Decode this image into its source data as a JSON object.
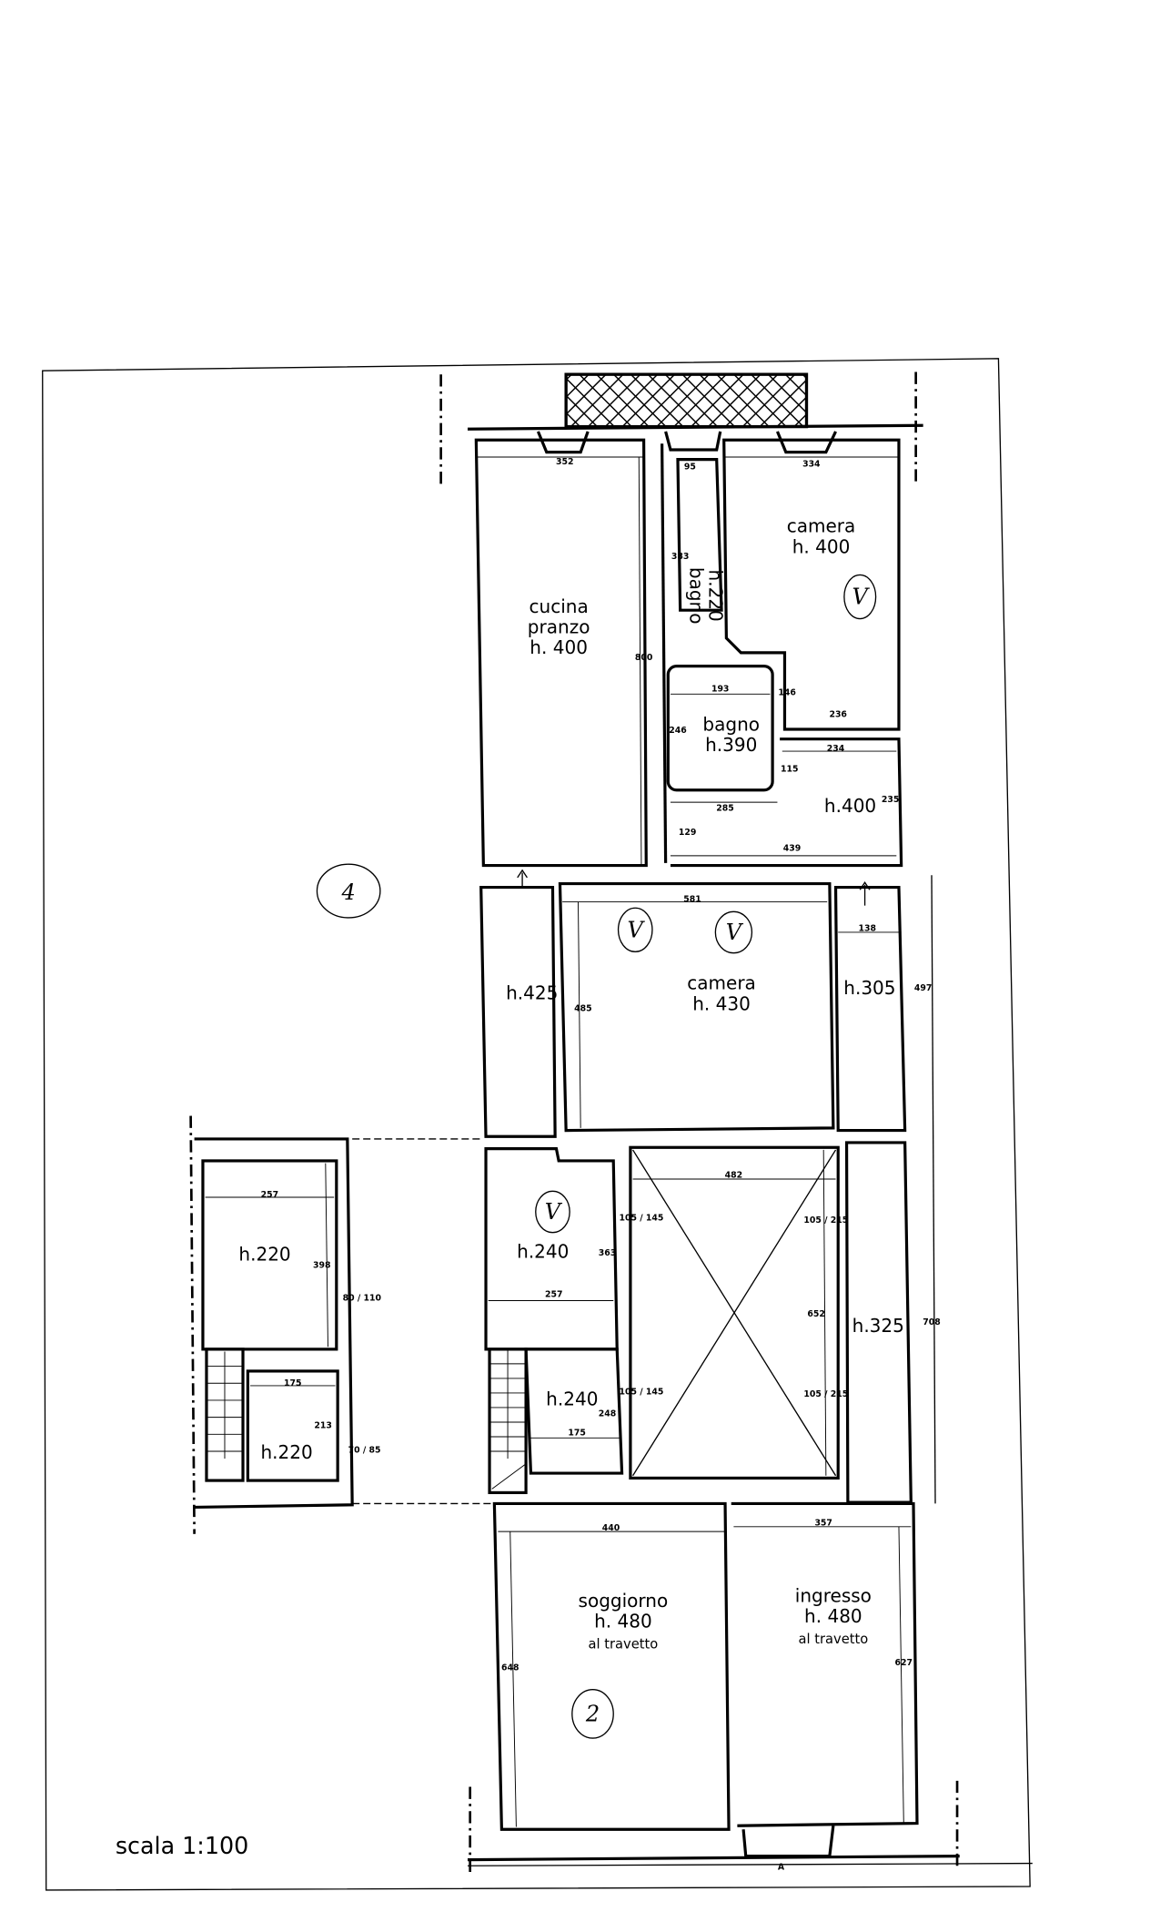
{
  "title": "scala 1:100",
  "rooms": {
    "cucina": {
      "name1": "cucina",
      "name2": "pranzo",
      "height": "h.  400"
    },
    "bagno_small": {
      "name": "bagno",
      "height": "h.220"
    },
    "camera_top": {
      "name": "camera",
      "height": "h.  400"
    },
    "bagno": {
      "name": "bagno",
      "height": "h.390"
    },
    "room_400": {
      "height": "h.400"
    },
    "room_425": {
      "height": "h.425"
    },
    "camera_mid": {
      "name": "camera",
      "height": "h.  430"
    },
    "room_305": {
      "height": "h.305"
    },
    "room_240_upper": {
      "height": "h.240"
    },
    "room_240_lower": {
      "height": "h.240"
    },
    "room_325": {
      "height": "h.325"
    },
    "annex_upper": {
      "height": "h.220"
    },
    "annex_lower": {
      "height": "h.220"
    },
    "soggiorno": {
      "name": "soggiorno",
      "height": "h.  480",
      "note": "al travetto"
    },
    "ingresso": {
      "name": "ingresso",
      "height": "h.  480",
      "note": "al travetto"
    }
  },
  "dimensions": {
    "cucina_w": "352",
    "cucina_l": "800",
    "bagno_small_w": "95",
    "bagno_small_l": "383",
    "camera_top_w": "334",
    "bagno_w": "193",
    "bagno_l": "246",
    "d146": "146",
    "d236": "236",
    "d234": "234",
    "d115": "115",
    "d285": "285",
    "d235": "235",
    "d129": "129",
    "d439": "439",
    "camera_mid_w": "581",
    "camera_mid_l": "485",
    "d138": "138",
    "d497": "497",
    "d708": "708",
    "void_w": "482",
    "void_l": "652",
    "d363": "363",
    "d257": "257",
    "d248": "248",
    "d175": "175",
    "win_left_1": "105 / 145",
    "win_left_2": "105 / 145",
    "win_right_1": "105 / 215",
    "win_right_2": "105 / 215",
    "annex_w": "257",
    "annex_l": "398",
    "annex_w2": "175",
    "annex_l2": "213",
    "annex_win1": "80 / 110",
    "annex_win2": "70 / 85",
    "soggiorno_w": "440",
    "soggiorno_l": "648",
    "ingresso_w": "357",
    "ingresso_l": "627",
    "door_a": "A"
  },
  "annotations": [
    "4",
    "V",
    "V",
    "V",
    "V",
    "2"
  ]
}
